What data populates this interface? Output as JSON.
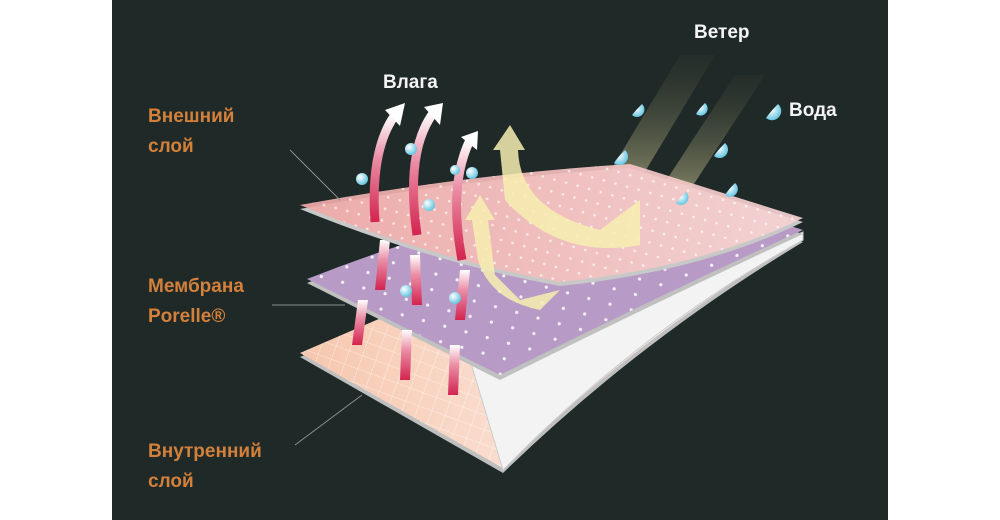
{
  "labels": {
    "outer_layer": [
      "Внешний",
      "слой"
    ],
    "membrane": [
      "Мембрана",
      "Porelle®"
    ],
    "inner_layer": [
      "Внутренний",
      "слой"
    ],
    "moisture": "Влага",
    "wind": "Ветер",
    "water": "Вода"
  },
  "colors": {
    "background": "#1f2928",
    "label_orange": "#d3803a",
    "outer_layer": "#f2c0bd",
    "membrane": "#b79ac6",
    "inner_layer": "#f6cdb6",
    "drop": "#8fd6ea"
  }
}
